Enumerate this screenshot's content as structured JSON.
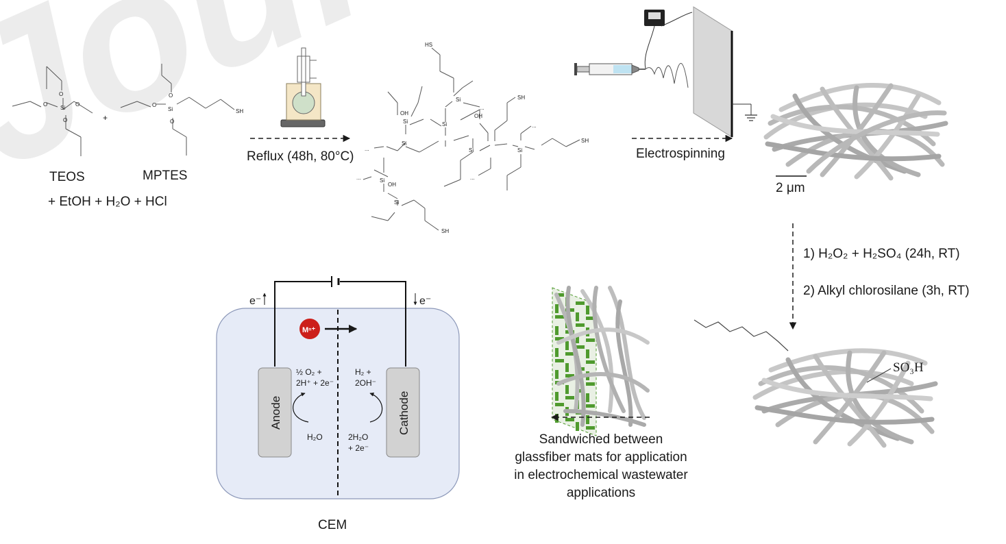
{
  "watermark": "Journal",
  "labels": {
    "teos": "TEOS",
    "mptes": "MPTES",
    "reagents": "+ EtOH + H₂O + HCl",
    "reflux": "Reflux (48h, 80°C)",
    "electrospinning": "Electrospinning",
    "scale_bar": "2 μm",
    "step1": "1) H₂O₂ + H₂SO₄ (24h, RT)",
    "step2": "2) Alkyl chlorosilane (3h, RT)",
    "so3h": "SO₃H",
    "sandwich": [
      "Sandwiched between",
      "glassfiber mats for application",
      "in electrochemical wastewater",
      "applications"
    ],
    "cem": "CEM",
    "anode": "Anode",
    "cathode": "Cathode",
    "e_left": "e⁻",
    "e_right": "e⁻",
    "ion": "Mⁿ⁺",
    "anode_rxn": [
      "½ O₂ +",
      "2H⁺ + 2e⁻"
    ],
    "anode_h2o": "H₂O",
    "cathode_rxn": [
      "H₂ +",
      "2OH⁻"
    ],
    "cathode_h2o": [
      "2H₂O",
      "+ 2e⁻"
    ],
    "plus": "+"
  },
  "atoms": {
    "si": "Si",
    "o": "O",
    "sh": "SH",
    "oh": "OH",
    "hs": "HS",
    "dots": "..."
  },
  "colors": {
    "cell_fill": "#e6ebf7",
    "electrode": "#d2d2d2",
    "ion": "#cc1f1a",
    "mat_green": "#4f9a2e",
    "fiber": "#b4b4b4",
    "watermark": "#e9e9e9"
  }
}
